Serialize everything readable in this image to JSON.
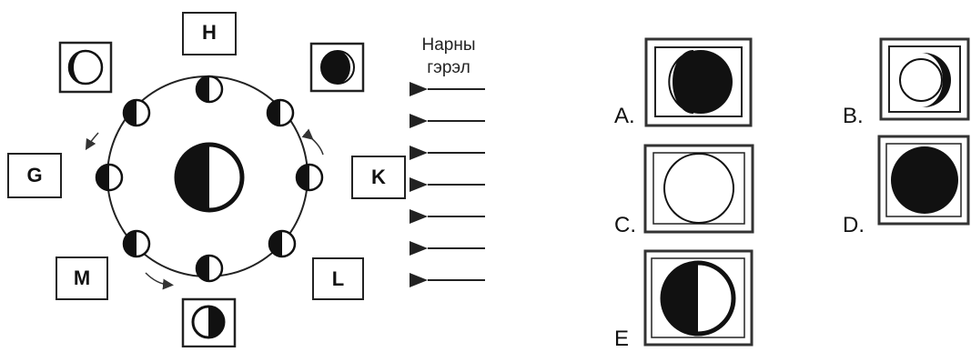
{
  "diagram": {
    "sunlight_label": [
      "Нарны",
      "гэрэл"
    ],
    "positions": [
      "H",
      "G",
      "K",
      "M",
      "L"
    ],
    "options": [
      "A.",
      "B.",
      "C.",
      "D.",
      "E"
    ]
  }
}
